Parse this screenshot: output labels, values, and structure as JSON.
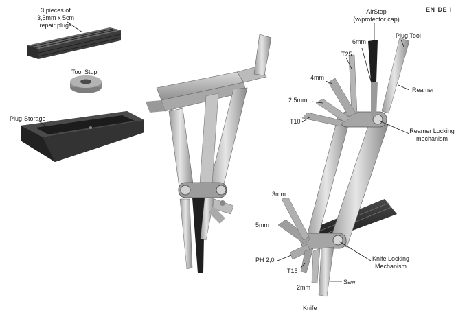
{
  "languages": [
    "EN",
    "DE",
    "I"
  ],
  "labels": {
    "repair_plugs": [
      "3 pieces of",
      "3,5mm x 5cm",
      "repair plugs"
    ],
    "tool_stop": "Tool Stop",
    "plug_storage": "Plug-Storage",
    "airstop": [
      "AirStop",
      "(w/protector cap)"
    ],
    "plug_tool": "Plug Tool",
    "six_mm": "6mm",
    "t25": "T25",
    "four_mm": "4mm",
    "reamer": "Reamer",
    "two_five_mm": "2,5mm",
    "t10": "T10",
    "reamer_locking": [
      "Reamer Locking",
      "mechanism"
    ],
    "three_mm": "3mm",
    "five_mm": "5mm",
    "ph20": "PH 2,0",
    "knife_locking": [
      "Knife Locking",
      "Mechanism"
    ],
    "t15": "T15",
    "saw": "Saw",
    "two_mm": "2mm",
    "knife": "Knife"
  }
}
